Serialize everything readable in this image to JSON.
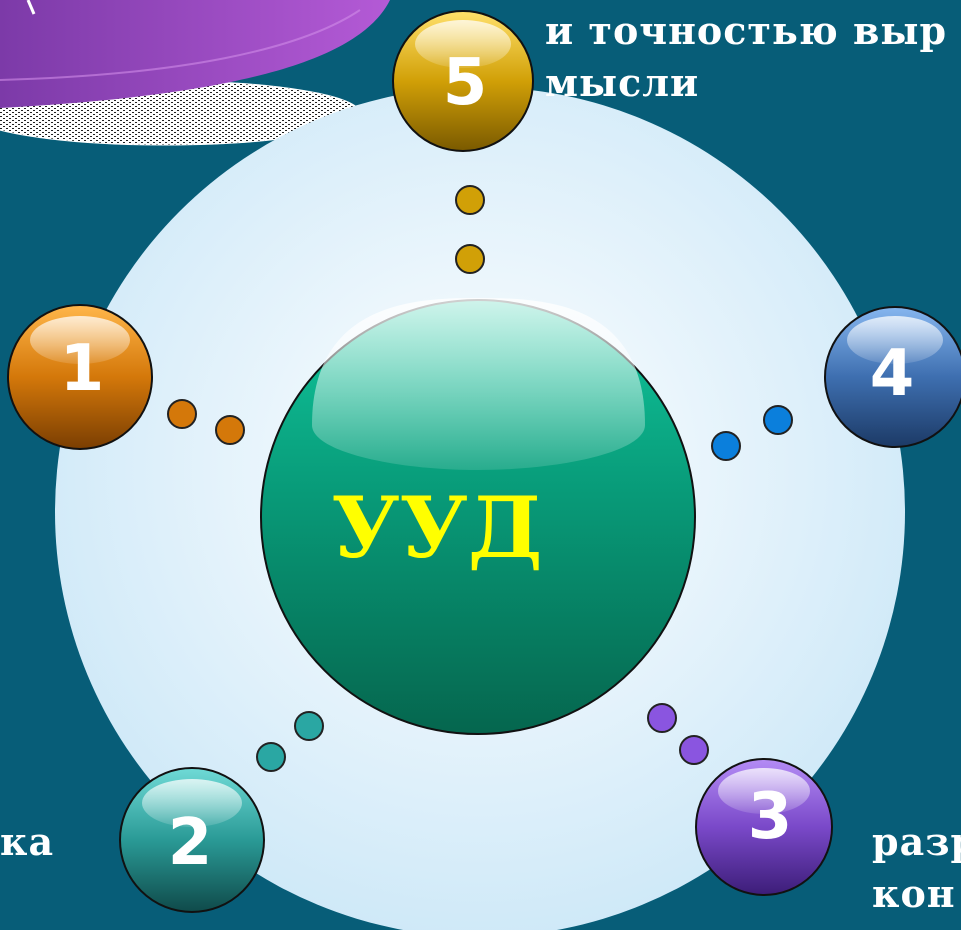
{
  "center_label": "УУД",
  "nodes": [
    {
      "number": "1",
      "color": "#d4780a"
    },
    {
      "number": "2",
      "color": "#2a9a96"
    },
    {
      "number": "3",
      "color": "#7a49c9"
    },
    {
      "number": "4",
      "color": "#3e6fb0"
    },
    {
      "number": "5",
      "color": "#d1a007"
    }
  ],
  "captions": {
    "top": {
      "line1": "и точностью выр",
      "line2": "мысли"
    },
    "left": {
      "line1": "ка"
    },
    "right": {
      "line1": "разр",
      "line2": "кон"
    }
  },
  "colors": {
    "background": "#075d78",
    "ring": "#e0f1fb",
    "center": "#0a9a7a",
    "center_text": "#ffff00",
    "decor": "#9a45c0"
  }
}
